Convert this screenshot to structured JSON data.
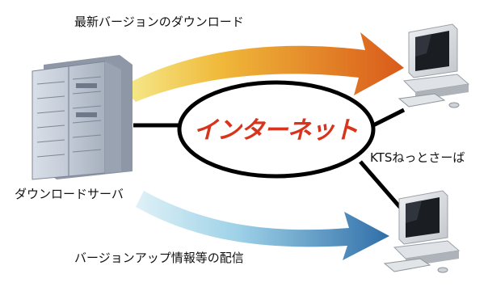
{
  "labels": {
    "download_latest": "最新バージョンのダウンロード",
    "version_info": "バージョンアップ情報等の配信",
    "download_server": "ダウンロードサーバ",
    "client_name": "KTSねっとさーば",
    "internet": "インターネット"
  },
  "colors": {
    "arrow_top_start": "#f0b93a",
    "arrow_top_end": "#d95a1a",
    "arrow_bottom_start": "#9fd2e8",
    "arrow_bottom_end": "#2f6ea8",
    "internet_text": "#d8341c"
  },
  "icons": {
    "server": "server-rack-icon",
    "client_top": "desktop-computer-icon",
    "client_bottom": "desktop-computer-icon"
  }
}
